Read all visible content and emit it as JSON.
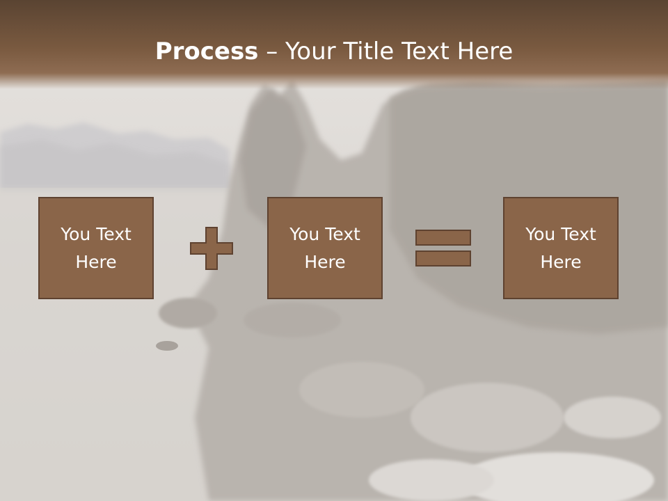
{
  "slide": {
    "title_bold": "Process",
    "title_rest": " – Your Title Text Here"
  },
  "process": {
    "boxes": [
      {
        "line1": "You Text",
        "line2": "Here"
      },
      {
        "line1": "You Text",
        "line2": "Here"
      },
      {
        "line1": "You Text",
        "line2": "Here"
      }
    ],
    "operators": [
      "plus-icon",
      "equals-icon"
    ]
  },
  "colors": {
    "banner": "#6e5039",
    "box_fill": "#8a6549",
    "box_border": "#5e4230",
    "text": "#ffffff"
  }
}
